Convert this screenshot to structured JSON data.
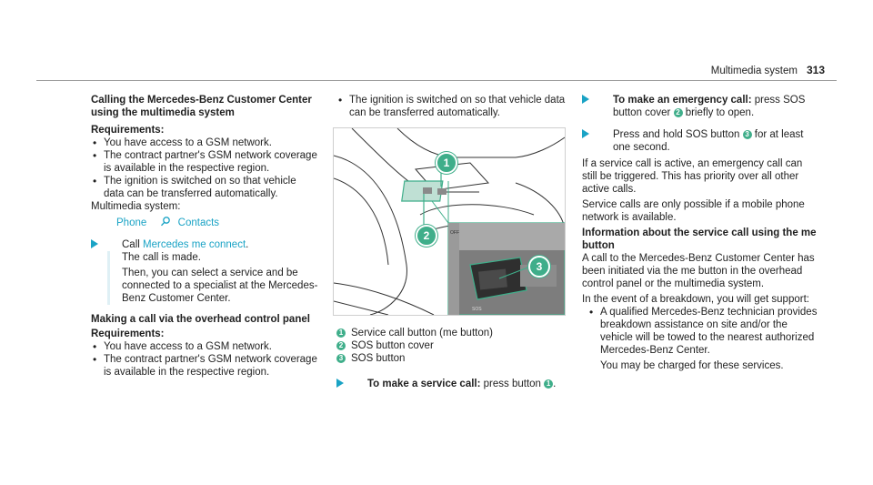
{
  "header": {
    "section": "Multimedia system",
    "page": "313"
  },
  "col1": {
    "heading": "Calling the Mercedes-Benz Customer Center using the multimedia system",
    "req_label": "Requirements:",
    "req_items": [
      "You have access to a GSM network.",
      "The contract partner's GSM network cover­age is available in the respective region.",
      "The ignition is switched on so that vehicle data can be transferred automatically."
    ],
    "path_label": "Multimedia system:",
    "path_phone": "Phone",
    "path_contacts": "Contacts",
    "step_call_prefix": "Call",
    "step_call_link": "Mercedes me connect",
    "step_call_suffix": ".",
    "step_result": "The call is made.",
    "step_note": "Then, you can select a service and be con­nected to a specialist at the Mercedes-Benz Customer Center.",
    "heading2": "Making a call via the overhead control panel",
    "req_label2": "Requirements:",
    "req_items2": [
      "You have access to a GSM network.",
      "The contract partner's GSM network cover­age is available in the respective region."
    ]
  },
  "col2": {
    "bullet": "The ignition is switched on so that vehicle data can be transferred automatically.",
    "figure_callouts": [
      "1",
      "2",
      "3"
    ],
    "legend": [
      {
        "num": "1",
        "text": "Service call button (me button)"
      },
      {
        "num": "2",
        "text": "SOS button cover"
      },
      {
        "num": "3",
        "text": "SOS button"
      }
    ],
    "step_bold": "To make a service call:",
    "step_text": "press button",
    "step_num": "1",
    "step_end": "."
  },
  "col3": {
    "step1_bold": "To make an emergency call:",
    "step1_text_a": "press SOS button cover",
    "step1_num": "2",
    "step1_text_b": "briefly to open.",
    "step2_text_a": "Press and hold SOS button",
    "step2_num": "3",
    "step2_text_b": "for at least one second.",
    "para1": "If a service call is active, an emergency call can still be triggered. This has priority over all other active calls.",
    "para2": "Service calls are only possible if a mobile phone network is available.",
    "heading": "Information about the service call using the me button",
    "para3": "A call to the Mercedes-Benz Customer Center has been initiated via the me button in the over­head control panel or the multimedia system.",
    "para4": "In the event of a breakdown, you will get sup­port:",
    "bullet": "A qualified Mercedes-Benz technician pro­vides breakdown assistance on site and/or the vehicle will be towed to the nearest authorized Mercedes-Benz Center.",
    "bullet_note": "You may be charged for these services."
  },
  "colors": {
    "accent": "#1aa3c5",
    "callout": "#3fae8a"
  }
}
